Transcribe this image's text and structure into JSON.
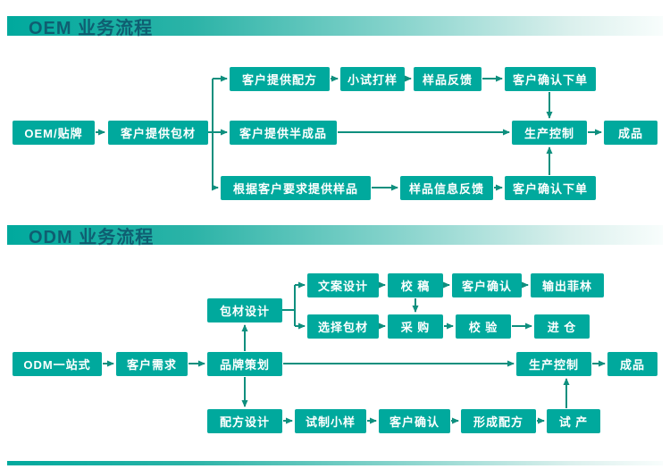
{
  "page": {
    "accent": "#00a99d",
    "arrow_color": "#0e8f7e",
    "title_color": "#0f5e71",
    "bg": "#ffffff"
  },
  "sections": {
    "oem": {
      "title": "OEM 业务流程",
      "nodes": {
        "source": "OEM/贴牌",
        "packaging": "客户提供包材",
        "formula": "客户提供配方",
        "trial": "小试打样",
        "feedback": "样品反馈",
        "confirm_top": "客户确认下单",
        "semi": "客户提供半成品",
        "production": "生产控制",
        "finished": "成品",
        "sample_request": "根据客户要求提供样品",
        "sample_feedback": "样品信息反馈",
        "confirm_bottom": "客户确认下单"
      }
    },
    "odm": {
      "title": "ODM 业务流程",
      "nodes": {
        "source": "ODM一站式",
        "demand": "客户需求",
        "branding": "品牌策划",
        "packaging_design": "包材设计",
        "copy_design": "文案设计",
        "proofread": "校 稿",
        "confirm_top": "客户确认",
        "film_output": "输出菲林",
        "select_packaging": "选择包材",
        "purchase": "采 购",
        "inspect": "校 验",
        "warehouse": "进 仓",
        "production": "生产控制",
        "finished": "成品",
        "formula_design": "配方设计",
        "trial_sample": "试制小样",
        "confirm_bottom": "客户确认",
        "formula_final": "形成配方",
        "trial_production": "试 产"
      }
    }
  }
}
